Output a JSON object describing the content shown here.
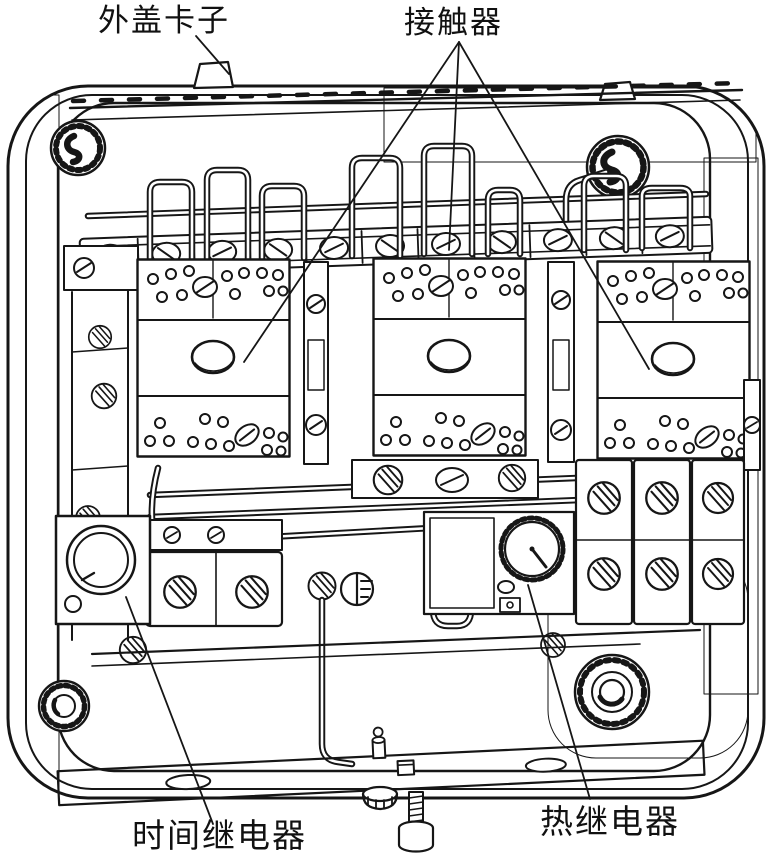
{
  "figure": {
    "labels": {
      "cover_clip": "外盖卡子",
      "contactors": "接触器",
      "time_relay": "时间继电器",
      "thermal_relay": "热继电器"
    },
    "colors": {
      "ink": "#161616",
      "paper": "#ffffff"
    }
  }
}
